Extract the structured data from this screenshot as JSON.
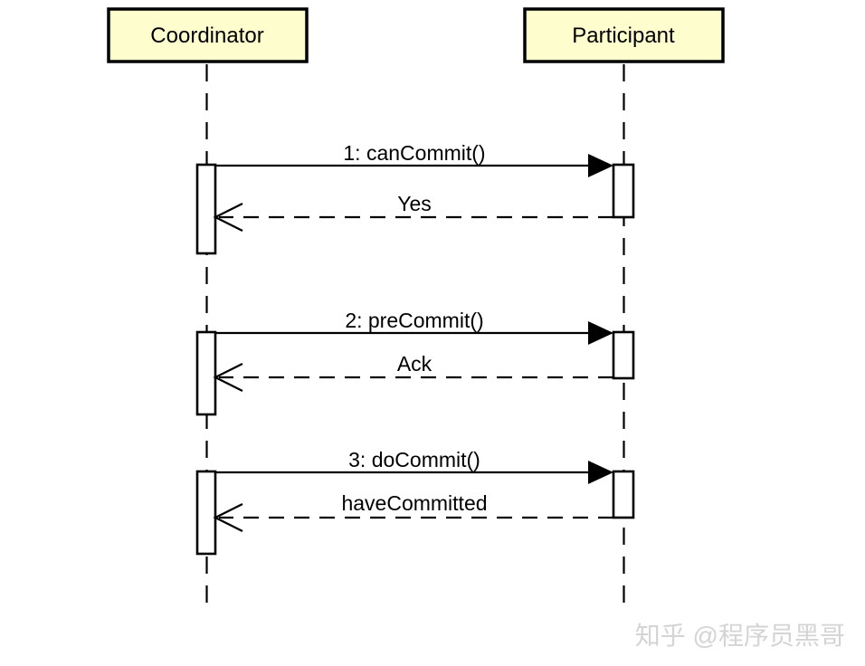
{
  "diagram": {
    "participants": [
      {
        "name": "Coordinator"
      },
      {
        "name": "Participant"
      }
    ],
    "exchanges": [
      {
        "call": "1: canCommit()",
        "return": "Yes"
      },
      {
        "call": "2: preCommit()",
        "return": "Ack"
      },
      {
        "call": "3: doCommit()",
        "return": "haveCommitted"
      }
    ],
    "colors": {
      "actor_fill": "#FDFDCE",
      "line": "#000000",
      "background": "#FFFFFF",
      "watermark": "#D4D4D4"
    }
  },
  "watermark": {
    "text": "知乎 @程序员黑哥"
  }
}
